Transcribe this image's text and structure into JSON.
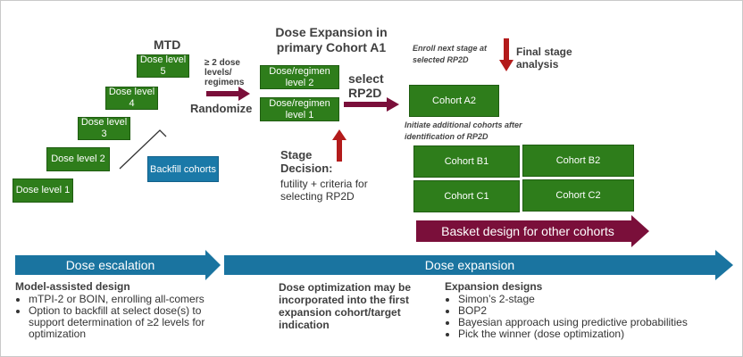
{
  "mtd_label": "MTD",
  "dose_levels": [
    "Dose level 5",
    "Dose level 4",
    "Dose level 3",
    "Dose level 2",
    "Dose level 1"
  ],
  "backfill_label": "Backfill cohorts",
  "dose_levels_arrow_label": "≥ 2 dose levels/ regimens",
  "randomize_label": "Randomize",
  "expansion_title": "Dose Expansion in primary Cohort A1",
  "regimen_boxes": [
    "Dose/regimen level 2",
    "Dose/regimen level 1"
  ],
  "select_label": "select",
  "rp2d_label": "RP2D",
  "stage_decision_title": "Stage Decision:",
  "stage_decision_detail": "futility + criteria for selecting RP2D",
  "enroll_note": "Enroll next stage at selected RP2D",
  "final_stage_label": "Final stage analysis",
  "cohort_a2": "Cohort A2",
  "initiate_note": "Initiate additional cohorts after identification of RP2D",
  "cohorts": [
    "Cohort B1",
    "Cohort B2",
    "Cohort C1",
    "Cohort C2"
  ],
  "basket_label": "Basket design for other cohorts",
  "phase_escalation": "Dose escalation",
  "phase_expansion": "Dose expansion",
  "model_title": "Model-assisted design",
  "model_bullets": [
    "mTPI-2 or BOIN, enrolling all-comers",
    "Option to backfill at select dose(s) to support determination of ≥2 levels for optimization"
  ],
  "optimization_note": "Dose optimization may be incorporated into the first expansion cohort/target indication",
  "expansion_designs_title": "Expansion designs",
  "expansion_bullets": [
    "Simon’s 2-stage",
    "BOP2",
    "Bayesian approach using predictive probabilities",
    "Pick the winner (dose optimization)"
  ],
  "colors": {
    "green_box": "#2e7d1b",
    "blue_box": "#1a79a8",
    "maroon_arrow": "#7a0f3a",
    "phase_arrow": "#1a74a0",
    "red_arrow": "#b31b1b"
  }
}
